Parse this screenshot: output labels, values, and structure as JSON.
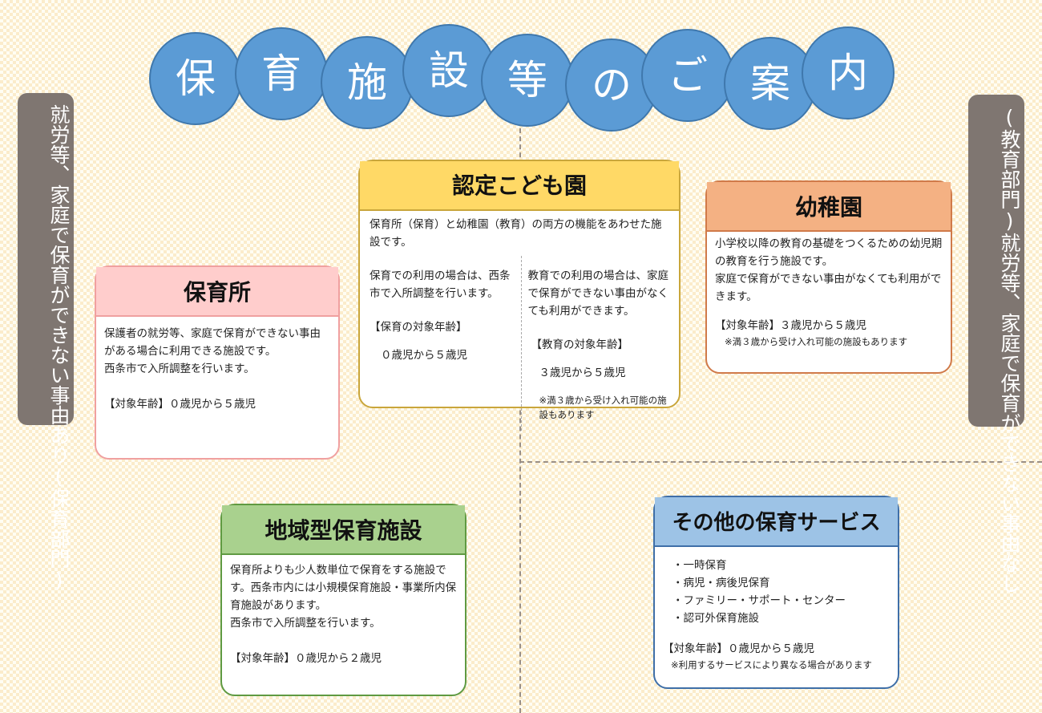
{
  "title_chars": [
    "保",
    "育",
    "施",
    "設",
    "等",
    "の",
    "ご",
    "案",
    "内"
  ],
  "left_side": {
    "sub": "(保育部門)",
    "main": "就労等、家庭で保育ができない事由あり"
  },
  "right_side": {
    "sub": "(教育部門)",
    "main": "就労等、家庭で保育ができない事由なし"
  },
  "hoikusho": {
    "title": "保育所",
    "desc1": "保護者の就労等、家庭で保育ができない事由がある場合に利用できる施設です。",
    "desc2": "西条市で入所調整を行います。",
    "age": "【対象年齢】０歳児から５歳児"
  },
  "nintei": {
    "title": "認定こども園",
    "intro": "保育所（保育）と幼稚園（教育）の両方の機能をあわせた施設です。",
    "left": {
      "text": "保育での利用の場合は、西条市で入所調整を行います。",
      "tag": "【保育の対象年齢】",
      "age": "０歳児から５歳児"
    },
    "right": {
      "text": "教育での利用の場合は、家庭で保育ができない事由がなくても利用ができます。",
      "tag": "【教育の対象年齢】",
      "age": "３歳児から５歳児",
      "note": "※満３歳から受け入れ可能の施設もあります"
    }
  },
  "youchien": {
    "title": "幼稚園",
    "desc1": "小学校以降の教育の基礎をつくるための幼児期の教育を行う施設です。",
    "desc2": "家庭で保育ができない事由がなくても利用ができます。",
    "age": "【対象年齢】３歳児から５歳児",
    "note": "※満３歳から受け入れ可能の施設もあります"
  },
  "chiiki": {
    "title": "地域型保育施設",
    "desc1": "保育所よりも少人数単位で保育をする施設です。西条市内には小規模保育施設・事業所内保育施設があります。",
    "desc2": "西条市で入所調整を行います。",
    "age": "【対象年齢】０歳児から２歳児"
  },
  "sonota": {
    "title": "その他の保育サービス",
    "items": [
      "・一時保育",
      "・病児・病後児保育",
      "・ファミリー・サポート・センター",
      "・認可外保育施設"
    ],
    "age": "【対象年齢】０歳児から５歳児",
    "note": "※利用するサービスにより異なる場合があります"
  }
}
